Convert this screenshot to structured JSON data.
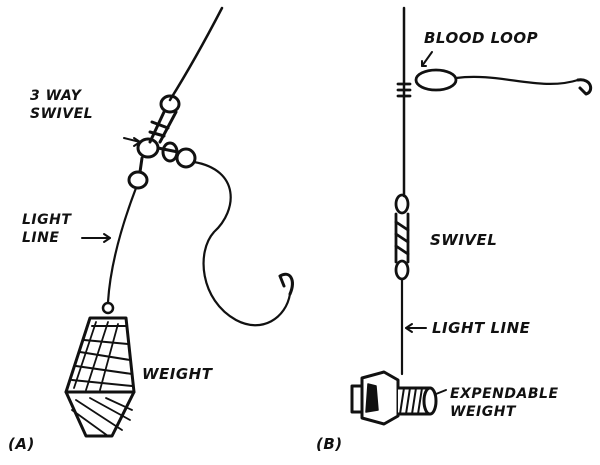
{
  "diagram": {
    "panel_a": {
      "tag": "(A)",
      "swivel_label_line1": "3 WAY",
      "swivel_label_line2": "SWIVEL",
      "line_label_line1": "LIGHT",
      "line_label_line2": "LINE",
      "weight_label": "WEIGHT"
    },
    "panel_b": {
      "tag": "(B)",
      "loop_label": "BLOOD LOOP",
      "swivel_label": "SWIVEL",
      "line_label": "LIGHT LINE",
      "weight_label_line1": "EXPENDABLE",
      "weight_label_line2": "WEIGHT"
    }
  }
}
